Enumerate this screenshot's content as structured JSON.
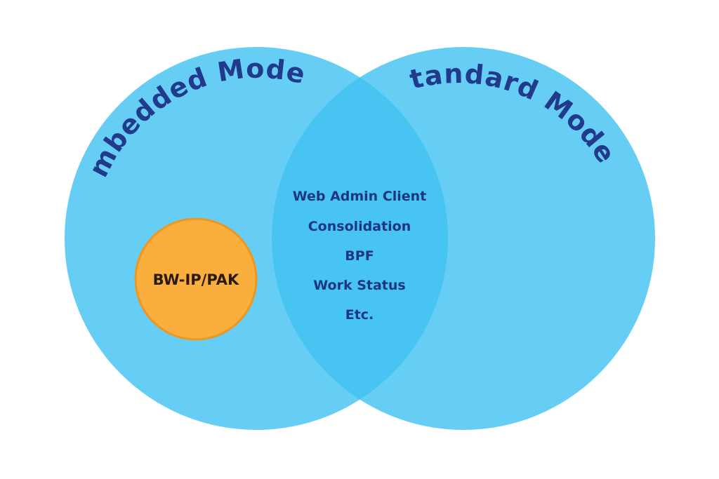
{
  "diagram": {
    "type": "venn",
    "colors": {
      "circle_fill": "#66CDF5",
      "overlap_fill": "#47C4F2",
      "title_text": "#213A8B",
      "item_text": "#1E3584",
      "inner_fill": "#F9AE3D",
      "inner_stroke": "#EE9720",
      "inner_text": "#2B1A0A"
    },
    "left_set": {
      "label": "Embedded Model"
    },
    "right_set": {
      "label": "Standard Model"
    },
    "intersection": {
      "items": [
        "Web Admin Client",
        "Consolidation",
        "BPF",
        "Work Status",
        "Etc."
      ]
    },
    "left_only": {
      "label": "BW-IP/PAK"
    }
  }
}
